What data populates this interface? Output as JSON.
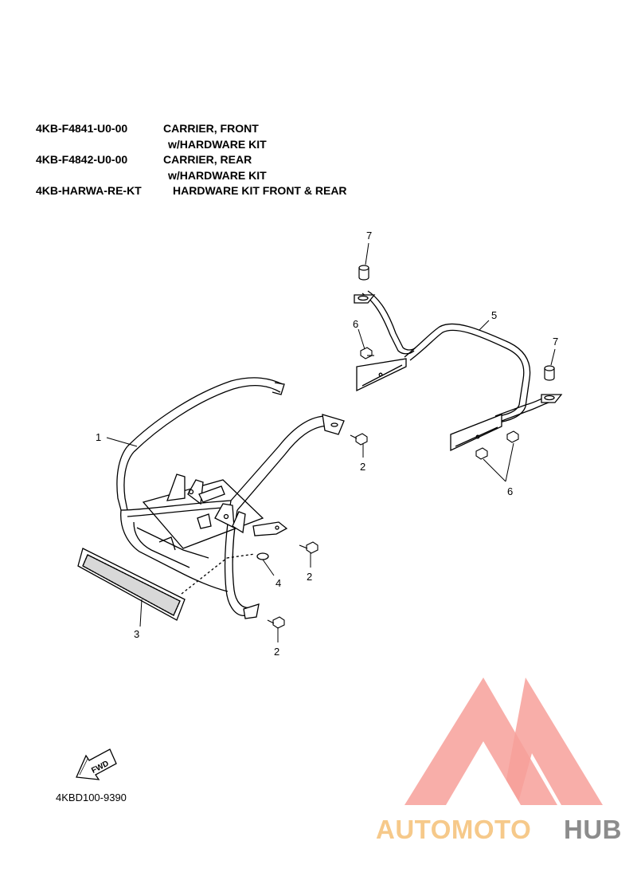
{
  "parts": [
    {
      "part_no": "4KB-F4841-U0-00",
      "description": "CARRIER, FRONT",
      "note": "w/HARDWARE KIT"
    },
    {
      "part_no": "4KB-F4842-U0-00",
      "description": "CARRIER, REAR",
      "note": "w/HARDWARE KIT"
    },
    {
      "part_no": "4KB-HARWA-RE-KT",
      "description": "HARDWARE KIT FRONT & REAR",
      "note": ""
    }
  ],
  "callouts": {
    "c1": "1",
    "c2a": "2",
    "c2b": "2",
    "c2c": "2",
    "c3": "3",
    "c4": "4",
    "c5": "5",
    "c6a": "6",
    "c6b": "6",
    "c7a": "7",
    "c7b": "7"
  },
  "fwd_label": "FWD",
  "diagram_code": "4KBD100-9390",
  "logo": {
    "part1": "AUTOMOTO",
    "part2": "HUB",
    "color_accent": "#f7a09a",
    "color_gold": "#f6c98a",
    "color_gray": "#8c8c8c"
  }
}
